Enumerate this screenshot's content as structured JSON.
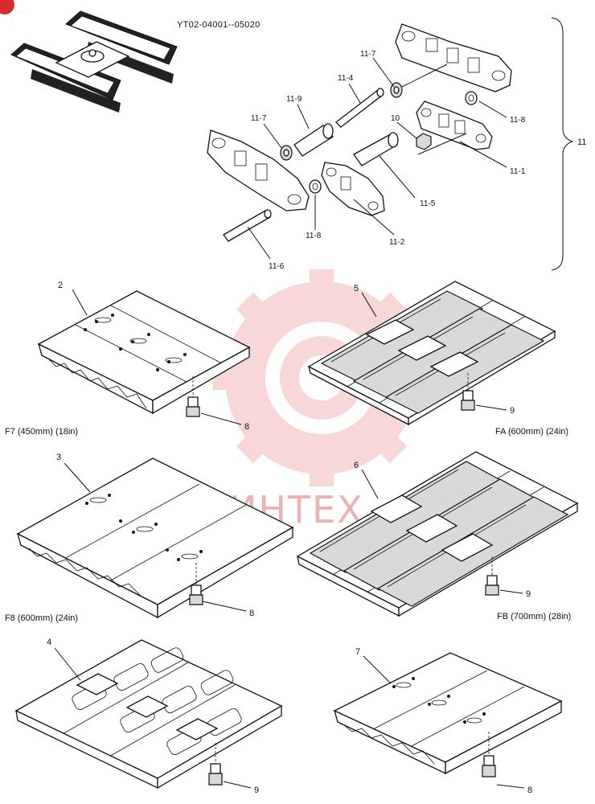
{
  "header": {
    "model_code": "YT02-04001--05020"
  },
  "watermark": {
    "text": "ИНТЕХ",
    "color": "#e9b3b3"
  },
  "link_callouts": {
    "assembly": "11",
    "items": [
      "11-7",
      "11-4",
      "11-9",
      "11-7",
      "10",
      "11-8",
      "11-1",
      "11-5",
      "11-8",
      "11-2",
      "11-6"
    ]
  },
  "shoes": [
    {
      "number": "2",
      "bolt": "8",
      "caption": "F7 (450mm) (18in)"
    },
    {
      "number": "5",
      "bolt": "9",
      "caption": "FA (600mm) (24in)"
    },
    {
      "number": "3",
      "bolt": "8",
      "caption": "F8 (600mm) (24in)"
    },
    {
      "number": "6",
      "bolt": "9",
      "caption": "FB (700mm) (28in)"
    },
    {
      "number": "4",
      "bolt": "9",
      "caption": ""
    },
    {
      "number": "7",
      "bolt": "8",
      "caption": ""
    }
  ]
}
